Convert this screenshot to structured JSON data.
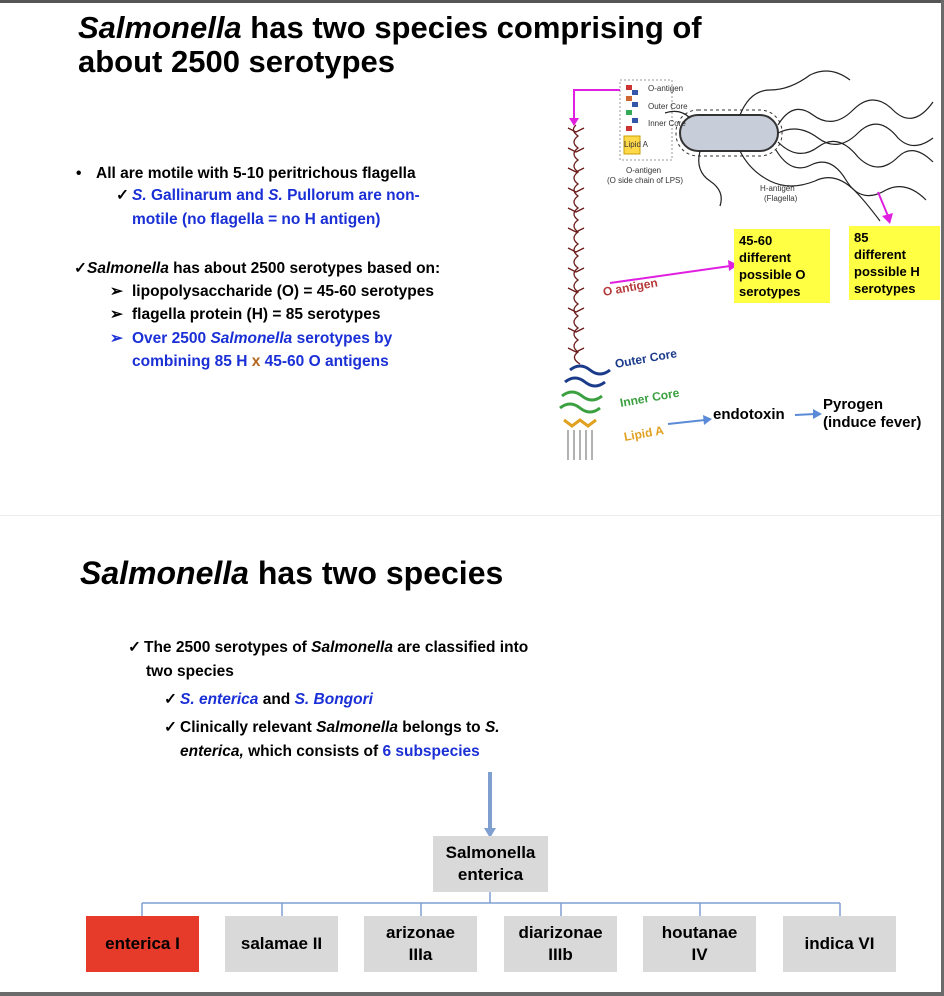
{
  "slide1": {
    "title_part1": "Salmonella",
    "title_part2": " has two species comprising of",
    "title_line2": "about 2500 serotypes",
    "bullet1": "All are motile with 5-10 peritrichous flagella",
    "sub1_a": "S.",
    "sub1_b": " Gallinarum and ",
    "sub1_c": "S.",
    "sub1_d": " Pullorum are non-",
    "sub1_line2": "motile (no flagella = no H antigen)",
    "main2_a": "Salmonella",
    "main2_b": " has about 2500 serotypes based on:",
    "item1": "lipopolysaccharide (O)  = 45-60 serotypes",
    "item2": "flagella protein (H) = 85 serotypes",
    "item3_a": "Over 2500 ",
    "item3_b": "Salmonella",
    "item3_c": " serotypes by",
    "item3_line2_a": "combining 85 H ",
    "item3_line2_x": "x",
    "item3_line2_b": " 45-60 O antigens",
    "diagram": {
      "inset_o_antigen": "O-antigen",
      "inset_outer_core": "Outer Core",
      "inset_inner_core": "Inner Core",
      "inset_lipid_a": "Lipid A",
      "inset_caption1": "O-antigen",
      "inset_caption2": "(O side chain of LPS)",
      "h_antigen1": "H-antigen",
      "h_antigen2": "(Flagella)",
      "o_antigen": "O antigen",
      "outer_core": "Outer Core",
      "inner_core": "Inner Core",
      "lipid_a": "Lipid A",
      "endotoxin": "endotoxin",
      "pyrogen1": "Pyrogen",
      "pyrogen2": "(induce fever)",
      "box_o": [
        "45-60",
        "different",
        "possible O",
        "serotypes"
      ],
      "box_h": [
        "85",
        "different",
        "possible H",
        "serotypes"
      ]
    }
  },
  "slide2": {
    "title_part1": "Salmonella",
    "title_part2": " has two species",
    "b1_a": "The 2500 serotypes of ",
    "b1_b": "Salmonella",
    "b1_c": " are classified into",
    "b1_line2": "two species",
    "b2_a": "S. enterica",
    "b2_b": " and ",
    "b2_c": "S. Bongori",
    "b3_a": "Clinically relevant ",
    "b3_b": "Salmonella",
    "b3_c": " belongs to ",
    "b3_d": "S.",
    "b3_line2_a": "enterica,",
    "b3_line2_b": " which consists of ",
    "b3_line2_c": "6 subspecies",
    "root": [
      "Salmonella",
      "enterica"
    ],
    "subspecies": [
      [
        "enterica I"
      ],
      [
        "salamae II"
      ],
      [
        "arizonae",
        "IIIa"
      ],
      [
        "diarizonae",
        "IIIb"
      ],
      [
        "houtanae",
        "IV"
      ],
      [
        "indica VI"
      ]
    ],
    "check": "✓",
    "arrow": "➢",
    "bullet": "•"
  },
  "colors": {
    "blue": "#1a2fd6",
    "magenta": "#e020e0",
    "yellow": "#ffff44",
    "red": "#e63a2a",
    "gray": "#d9d9d9",
    "green": "#3aa040",
    "orange": "#e0a020",
    "navy": "#1a3a8a"
  }
}
